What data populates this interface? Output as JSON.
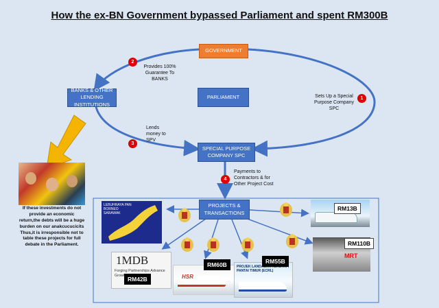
{
  "title": "How the ex-BN Government bypassed Parliament and spent RM300B",
  "nodes": {
    "government": "GOVERNMENT",
    "banks": "BANKS & OTHER LENDING INSTITUTIONS",
    "parliament": "PARLIAMENT",
    "spc": "SPECIAL PURPOSE COMPANY   SPC",
    "projects": "PROJECTS & TRANSACTIONS"
  },
  "steps": [
    {
      "num": "1",
      "text": "Sets Up a Special Purpose Company SPC"
    },
    {
      "num": "2",
      "text": "Provides 100% Guarantee To BANKS"
    },
    {
      "num": "3",
      "text": "Lends money to SPV"
    },
    {
      "num": "4",
      "text": "Payments to Contractors & for Other Project Cost"
    }
  ],
  "warning": "If these investments do not provide an economic return,the debts will be a huge burden on our anakcucucicits Thus,it is irresponsible not to table these projects for full debate in the Parliament.",
  "projects": {
    "map_text": "LEBUHRAYA PAN BORNEO SARAWAK",
    "mdb_logo": "1MDB",
    "mdb_tagline": "Forging Partnerships Advance Growth",
    "ecrl_text": "PROJEK LANDASAN KERETAPI PANTAI TIMUR (ECRL)",
    "hsr_text": "HSR",
    "mrt_text": "MRT",
    "amounts": [
      "RM13B",
      "RM110B",
      "RM60B",
      "RM55B",
      "RM42B"
    ]
  },
  "colors": {
    "background": "#dce6f2",
    "node_blue": "#4472c4",
    "node_orange": "#ed7d31",
    "badge_red": "#e00000",
    "arrow_yellow": "#f5b400"
  }
}
